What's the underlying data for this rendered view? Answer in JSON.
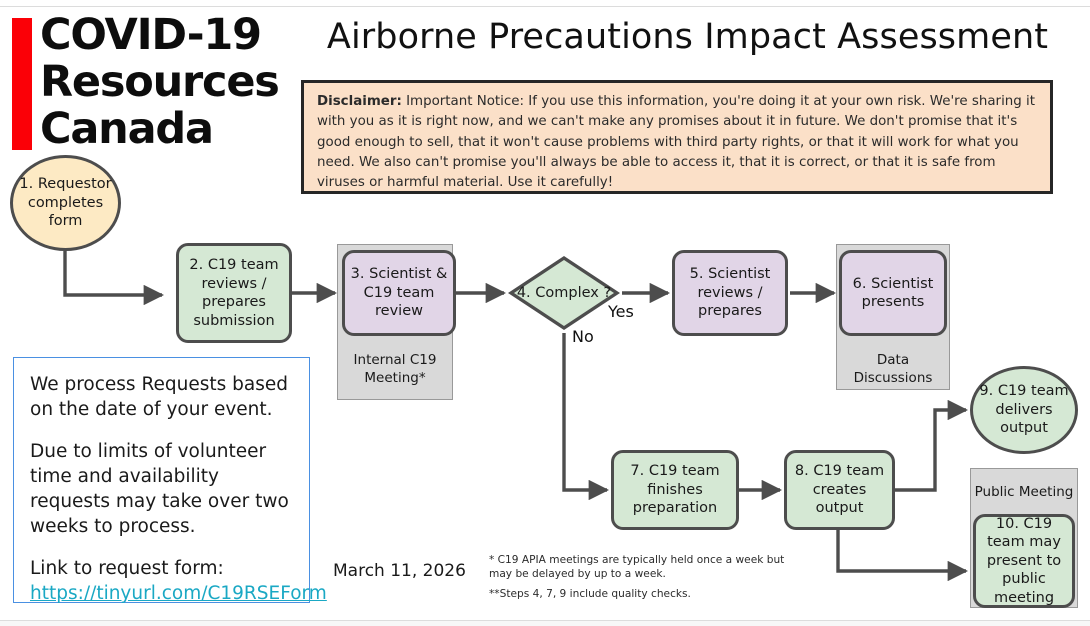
{
  "logo": {
    "line1": "COVID-19",
    "line2": "Resources",
    "line3": "Canada",
    "accent_color": "#fb0007"
  },
  "header": {
    "title": "Airborne Precautions Impact Assessment"
  },
  "disclaimer": {
    "lead": "Disclaimer:",
    "body": "  Important Notice: If you use this information, you're doing it at your own risk. We're sharing it with you as it is right now, and we can't make any promises about it in future. We don't promise that it's good enough to sell, that it won't cause problems with third party rights, or that it will work for what you need. We also can't promise you'll always be able to access it, that it is correct, or that it is safe from viruses or harmful material. Use it carefully!",
    "background_color": "#fbe0c8",
    "border_color": "#262626"
  },
  "infobox": {
    "paragraph1": "We process Requests based on the date of your event.",
    "paragraph2": "Due to limits of volunteer time and availability requests may take over two weeks to process.",
    "paragraph3": "Link to request form:",
    "link_text": "https://tinyurl.com/C19RSEForm",
    "link_color": "#1aa8c4",
    "border_color": "#4a90e2"
  },
  "footer": {
    "date": "March 11, 2026",
    "footnote1": "* C19 APIA  meetings are typically held once a week but may be delayed by up to a week.",
    "footnote2": "**Steps 4, 7, 9 include quality checks."
  },
  "flowchart": {
    "colors": {
      "green": "#d5e8d4",
      "purple": "#e1d5e7",
      "yellow": "#fdeac4",
      "gray_pool": "#d9d9d9",
      "node_border": "#4d4d4d",
      "edge": "#4d4d4d"
    },
    "nodes": [
      {
        "id": "n1",
        "label": "1. Requestor completes form",
        "shape": "ellipse",
        "fill": "yellow"
      },
      {
        "id": "n2",
        "label": "2.  C19 team reviews / prepares submission",
        "shape": "rect",
        "fill": "green"
      },
      {
        "id": "n3",
        "label": "3. Scientist & C19 team review",
        "shape": "rect",
        "fill": "purple"
      },
      {
        "id": "n4",
        "label": "4. Complex ?",
        "shape": "diamond",
        "fill": "green"
      },
      {
        "id": "n5",
        "label": "5. Scientist reviews / prepares",
        "shape": "rect",
        "fill": "purple"
      },
      {
        "id": "n6",
        "label": "6. Scientist presents",
        "shape": "rect",
        "fill": "purple"
      },
      {
        "id": "n7",
        "label": "7.  C19 team finishes preparation",
        "shape": "rect",
        "fill": "green"
      },
      {
        "id": "n8",
        "label": "8. C19 team creates output",
        "shape": "rect",
        "fill": "green"
      },
      {
        "id": "n9",
        "label": "9. C19 team delivers output",
        "shape": "ellipse",
        "fill": "green"
      },
      {
        "id": "n10",
        "label": "10. C19 team may present to public meeting",
        "shape": "rect",
        "fill": "green"
      }
    ],
    "pools": [
      {
        "id": "p3",
        "label": "Internal C19 Meeting*"
      },
      {
        "id": "p6",
        "label": "Data Discussions"
      },
      {
        "id": "p10",
        "label": "Public Meeting"
      }
    ],
    "edge_labels": {
      "yes": "Yes",
      "no": "No"
    }
  }
}
